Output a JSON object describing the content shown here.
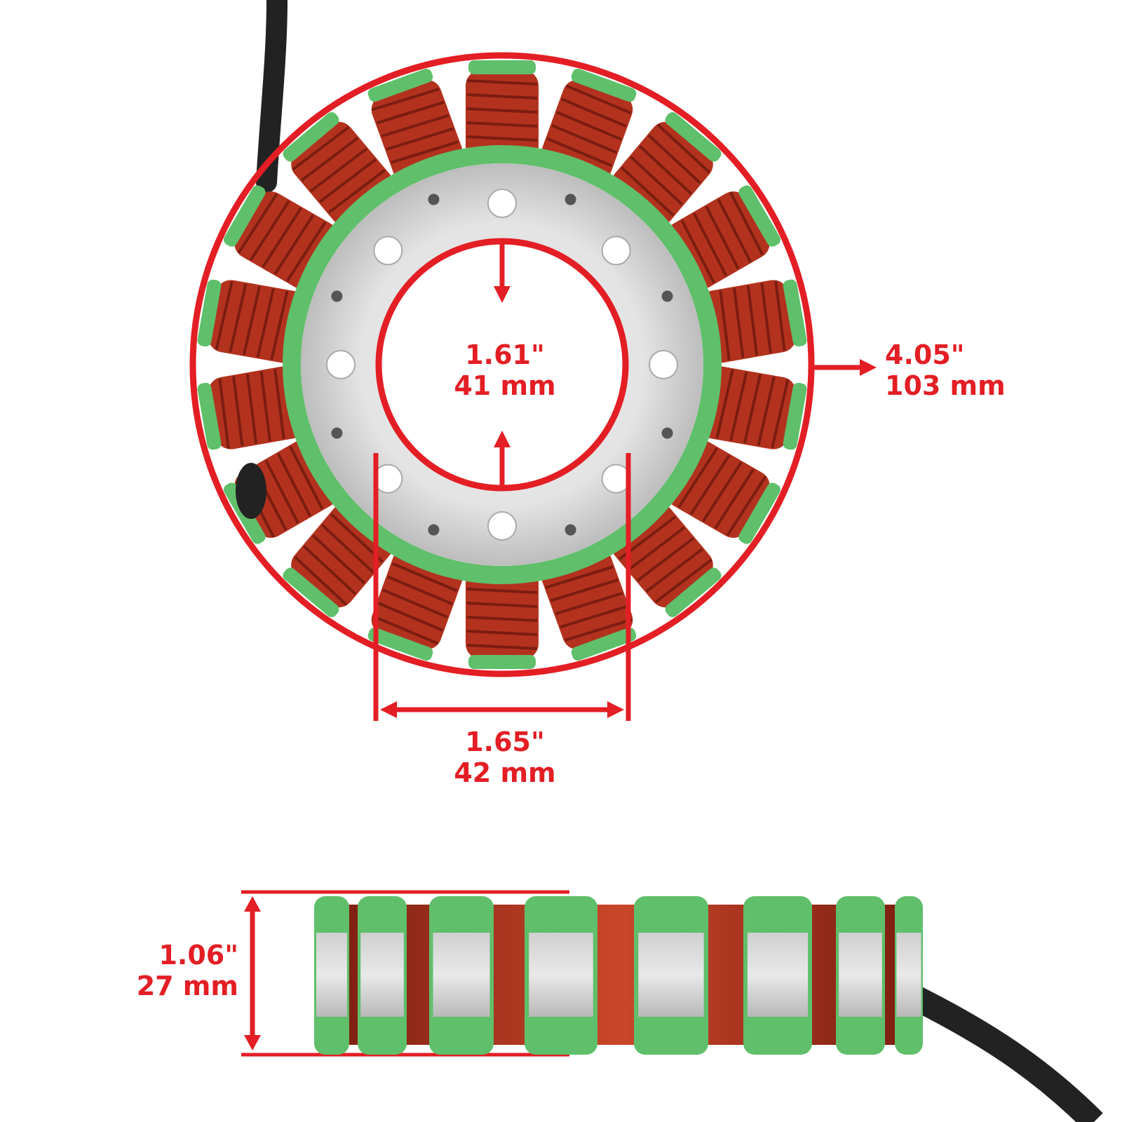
{
  "colors": {
    "dimension_red": "#e31e24",
    "coil_copper": "#b3321e",
    "insulation_green": "#5fbf6a",
    "plate_silver": "#d6d6d6",
    "cable_black": "#222222"
  },
  "dimensions": {
    "inner_diameter": {
      "inch": "1.61\"",
      "mm": "41 mm"
    },
    "outer_diameter": {
      "inch": "4.05\"",
      "mm": "103 mm"
    },
    "bolt_hole_spacing": {
      "inch": "1.65\"",
      "mm": "42 mm"
    },
    "stack_height": {
      "inch": "1.06\"",
      "mm": "27 mm"
    }
  }
}
